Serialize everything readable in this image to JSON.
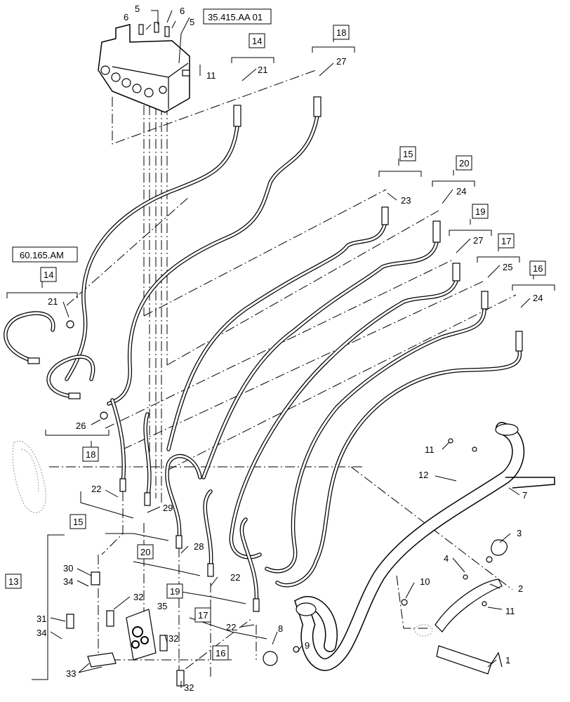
{
  "references": {
    "valve_ref": "35.415.AA 01",
    "hitch_ref": "60.165.AM"
  },
  "box_labels": {
    "b14_top": "14",
    "b18_top": "18",
    "b15": "15",
    "b20": "20",
    "b19": "19",
    "b17": "17",
    "b16": "16",
    "b14_left": "14",
    "b18_left": "18",
    "b15_low": "15",
    "b20_low": "20",
    "b19_low": "19",
    "b17_low": "17",
    "b16_low": "16",
    "b13": "13"
  },
  "callouts": {
    "c5a": "5",
    "c6a": "6",
    "c6b": "6",
    "c5b": "5",
    "c11a": "11",
    "c21a": "21",
    "c27a": "27",
    "c23": "23",
    "c24a": "24",
    "c27b": "27",
    "c25": "25",
    "c24b": "24",
    "c21b": "21",
    "c26": "26",
    "c11b": "11",
    "c12": "12",
    "c7": "7",
    "c3": "3",
    "c4": "4",
    "c10": "10",
    "c2": "2",
    "c11c": "11",
    "c1": "1",
    "c22a": "22",
    "c29": "29",
    "c28": "28",
    "c22b": "22",
    "c22c": "22",
    "c30": "30",
    "c34a": "34",
    "c32a": "32",
    "c35": "35",
    "c31": "31",
    "c34b": "34",
    "c32b": "32",
    "c33": "33",
    "c32c": "32",
    "c8": "8",
    "c9": "9"
  }
}
